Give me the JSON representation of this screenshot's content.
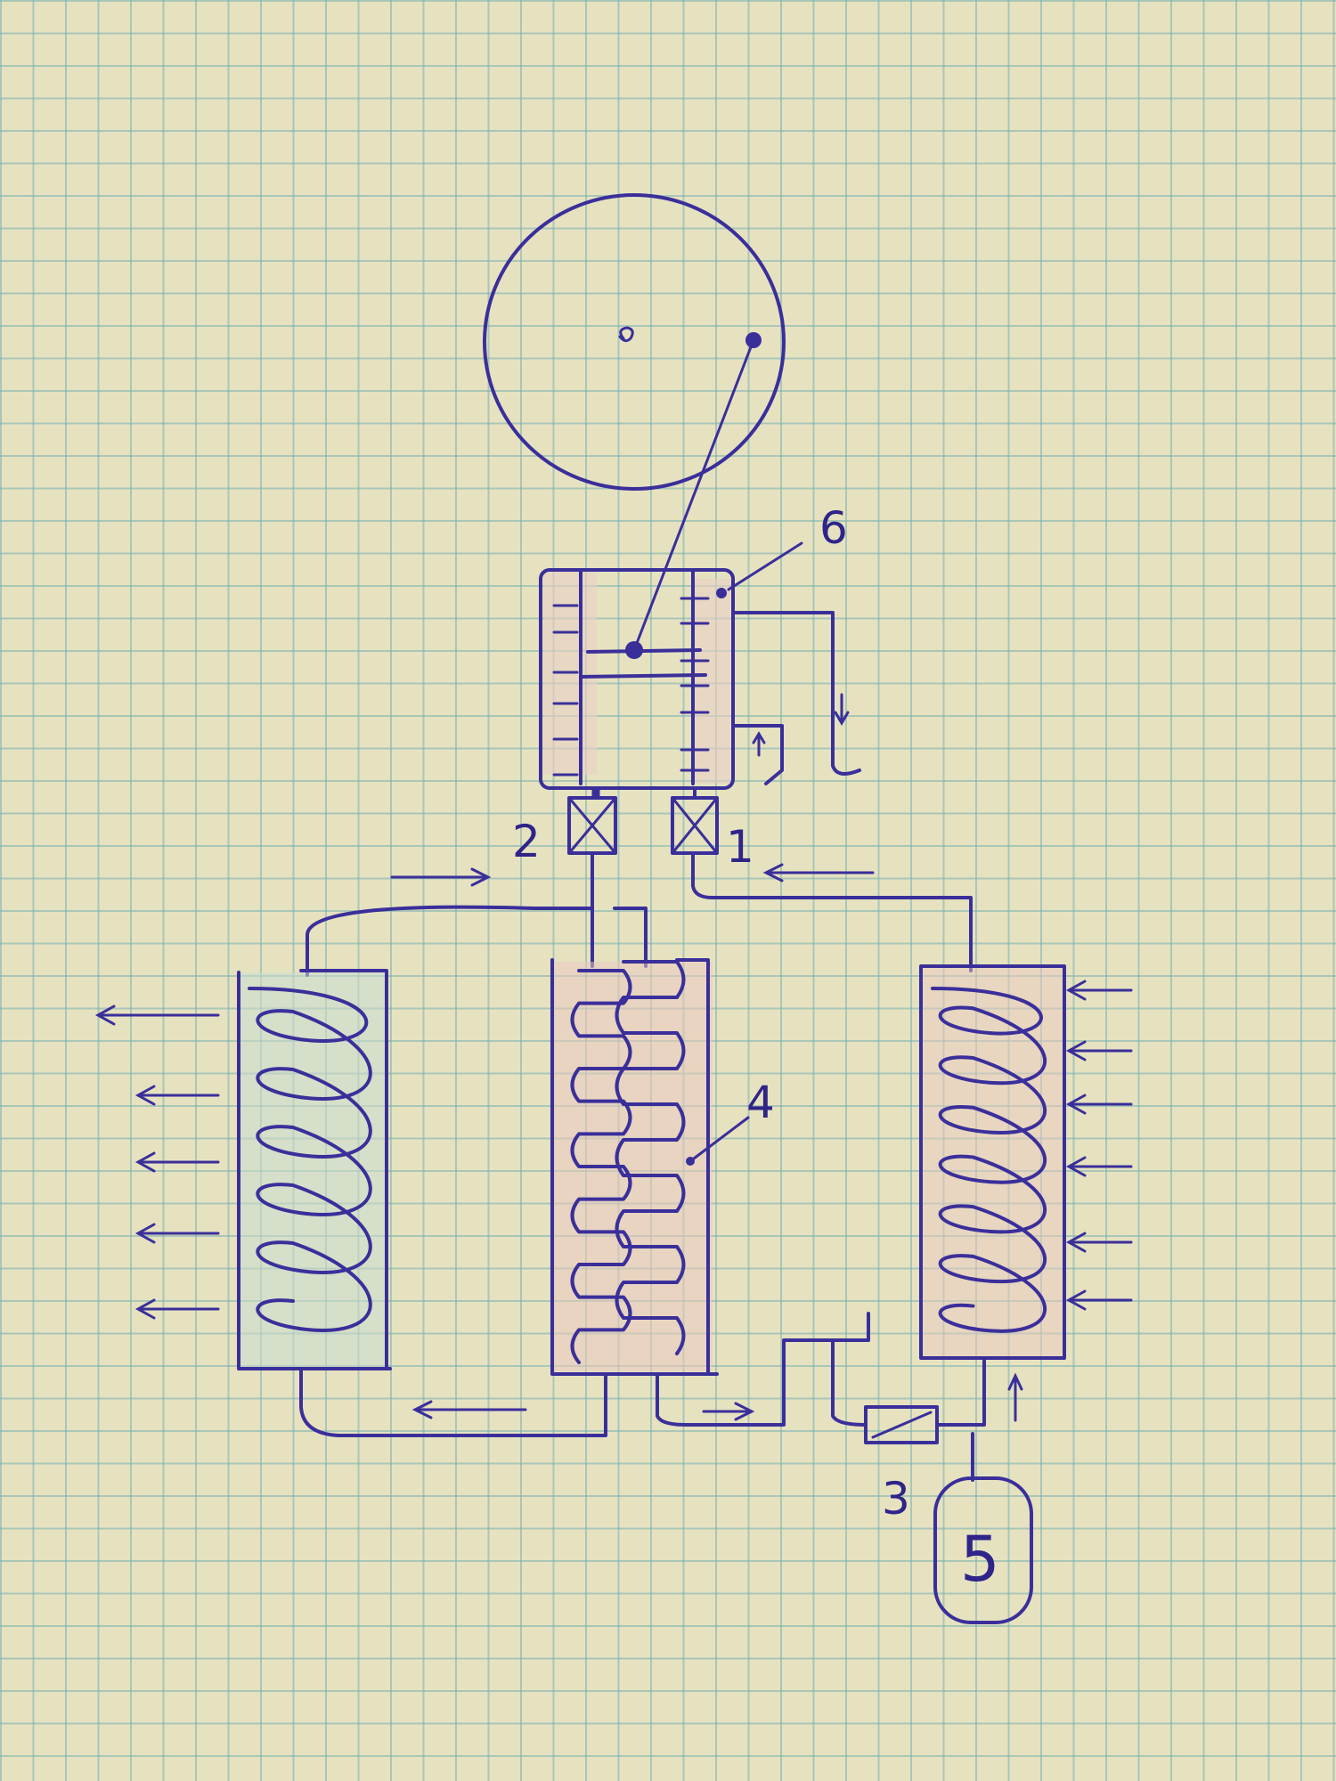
{
  "diagram": {
    "labels": {
      "sensor_box": "6",
      "valve_left": "2",
      "valve_right": "1",
      "middle_exchanger": "4",
      "bottom_valve": "3",
      "tank": "5"
    },
    "colors": {
      "ink": "#3a2f9a",
      "paper": "#e6e2c0",
      "warm_fill": "#e9c9bf",
      "cool_fill": "#c9dcd0"
    }
  }
}
